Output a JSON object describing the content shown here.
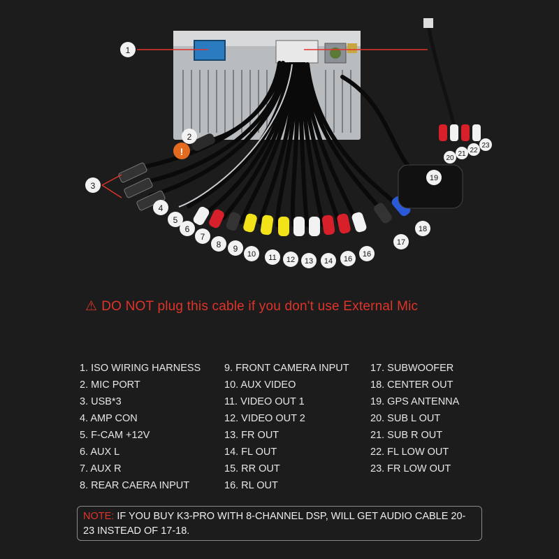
{
  "callouts": [
    "1",
    "2",
    "3",
    "4",
    "5",
    "6",
    "7",
    "8",
    "9",
    "10",
    "11",
    "12",
    "13",
    "14",
    "16",
    "16",
    "17",
    "18",
    "19",
    "20",
    "21",
    "22",
    "23"
  ],
  "warning": {
    "icon": "warning-triangle-icon",
    "text": "DO NOT plug this cable if you don't use External Mic",
    "color": "#e0342a"
  },
  "legend": {
    "col1": [
      "1. ISO WIRING HARNESS",
      "2. MIC PORT",
      "3. USB*3",
      "4. AMP CON",
      "5. F-CAM +12V",
      "6. AUX L",
      "7. AUX R",
      "8. REAR CAERA INPUT"
    ],
    "col2": [
      "9. FRONT CAMERA INPUT",
      "10. AUX VIDEO",
      "11. VIDEO OUT 1",
      "12. VIDEO OUT 2",
      "13. FR OUT",
      "14. FL OUT",
      "15. RR OUT",
      "16. RL OUT"
    ],
    "col3": [
      "17. SUBWOOFER",
      "18. CENTER OUT",
      "19. GPS ANTENNA",
      "20. SUB L OUT",
      "21. SUB R OUT",
      "22. FL LOW OUT",
      "23. FR LOW OUT"
    ]
  },
  "note": {
    "label": "NOTE:",
    "text": " IF YOU BUY K3-PRO WITH 8-CHANNEL DSP, WILL GET AUDIO CABLE 20-23 INSTEAD OF 17-18."
  },
  "colors": {
    "background": "#1c1c1c",
    "accent_red": "#e0342a",
    "rca_white": "#f2f2f2",
    "rca_red": "#d8202a",
    "rca_yellow": "#f2e21a",
    "rca_blue": "#2a5ad8"
  }
}
